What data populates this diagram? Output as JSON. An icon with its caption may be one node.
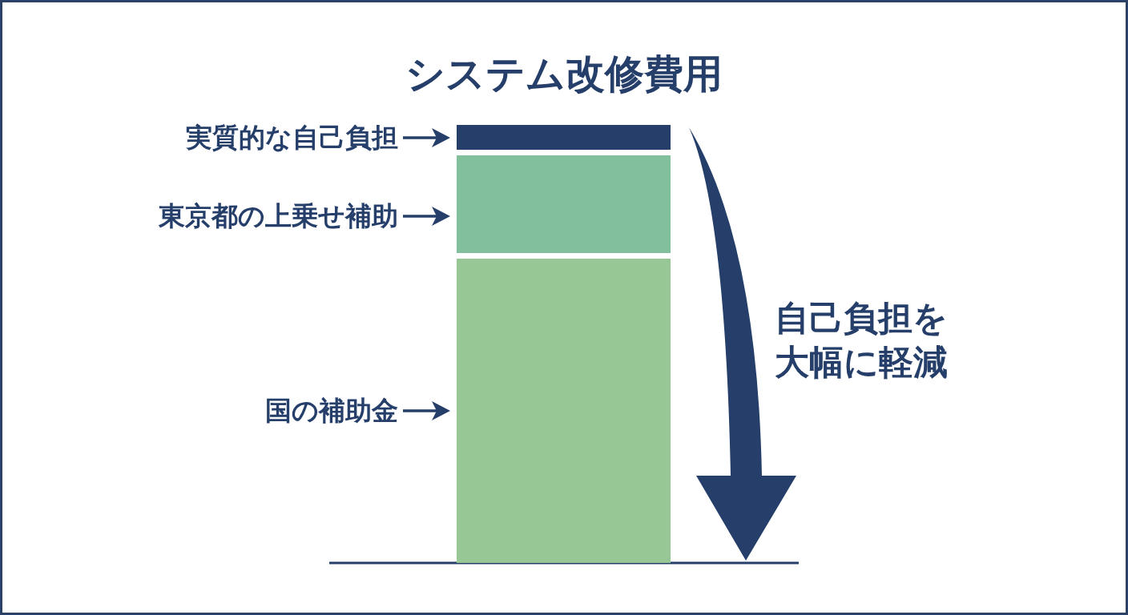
{
  "diagram": {
    "title": "システム改修費用",
    "nodes": [
      {
        "text": [
          "実質的な自己負担"
        ]
      },
      {
        "text": [],
        "shape": "bar"
      },
      {
        "text": [
          "東京都の上乗せ補助"
        ]
      },
      {
        "text": [],
        "shape": "bar"
      },
      {
        "text": [
          "国の補助金"
        ]
      },
      {
        "text": [],
        "shape": "bar"
      }
    ],
    "edges": [
      {
        "from": 0,
        "to": 1,
        "arrow": "to"
      },
      {
        "from": 2,
        "to": 3,
        "arrow": "to"
      },
      {
        "from": 4,
        "to": 5,
        "arrow": "to"
      }
    ],
    "labels": [
      "自己負担を大幅に軽減"
    ]
  }
}
